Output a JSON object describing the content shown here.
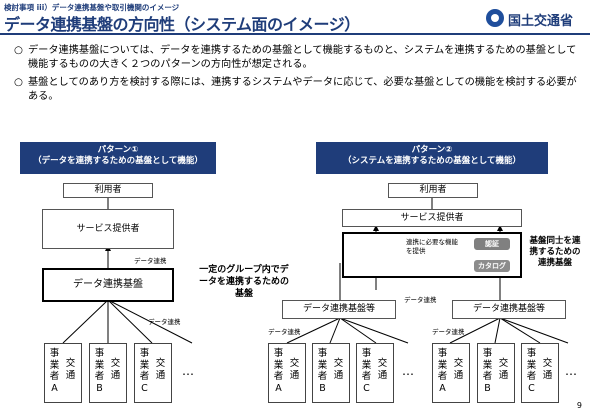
{
  "header": {
    "breadcrumb": "検討事項 iii）データ連携基盤や取引機関のイメージ",
    "title": "データ連携基盤の方向性（システム面のイメージ）",
    "logo_text": "国土交通省"
  },
  "bullets": [
    {
      "mark": "○",
      "text": "データ連携基盤については、データを連携するための基盤として機能するものと、システムを連携するための基盤として機能するものの大きく２つのパターンの方向性が想定される。"
    },
    {
      "mark": "○",
      "text": "基盤としてのあり方を検討する際には、連携するシステムやデータに応じて、必要な基盤としての機能を検討する必要がある。"
    }
  ],
  "pattern1": {
    "header_line1": "パターン①",
    "header_line2": "（データを連携するための基盤として機能）",
    "user": "利用者",
    "provider": "サービス提供者",
    "link_label": "データ連携",
    "platform": "データ連携基盤",
    "link_label2": "データ連携",
    "note": "一定のグループ内でデータを連携するための基盤",
    "businesses": [
      {
        "c1": "事業者A",
        "c2": "交通"
      },
      {
        "c1": "事業者B",
        "c2": "交通"
      },
      {
        "c1": "事業者C",
        "c2": "交通"
      }
    ],
    "ellipsis": "…"
  },
  "pattern2": {
    "header_line1": "パターン②",
    "header_line2": "（システムを連携するための基盤として機能）",
    "user": "利用者",
    "provider": "サービス提供者",
    "inner_text": "連携に必要な機能を提供",
    "pill1": "認証",
    "pill2": "カタログ",
    "note": "基盤同士を連携するための連携基盤",
    "link_label": "データ連携",
    "platform_left": "データ連携基盤等",
    "platform_right": "データ連携基盤等",
    "link_left": "データ連携",
    "link_right": "データ連携",
    "businesses_left": [
      {
        "c1": "事業者A",
        "c2": "交通"
      },
      {
        "c1": "事業者B",
        "c2": "交通"
      },
      {
        "c1": "事業者C",
        "c2": "交通"
      }
    ],
    "businesses_right": [
      {
        "c1": "事業者A",
        "c2": "交通"
      },
      {
        "c1": "事業者B",
        "c2": "交通"
      },
      {
        "c1": "事業者C",
        "c2": "交通"
      }
    ],
    "ellipsis": "…",
    "ellipsis_mid": "…"
  },
  "page_number": "9",
  "colors": {
    "navy": "#1f3d7a",
    "pill1": "#808080",
    "pill2": "#8c8c8c",
    "arrow_red": "#c00000"
  }
}
